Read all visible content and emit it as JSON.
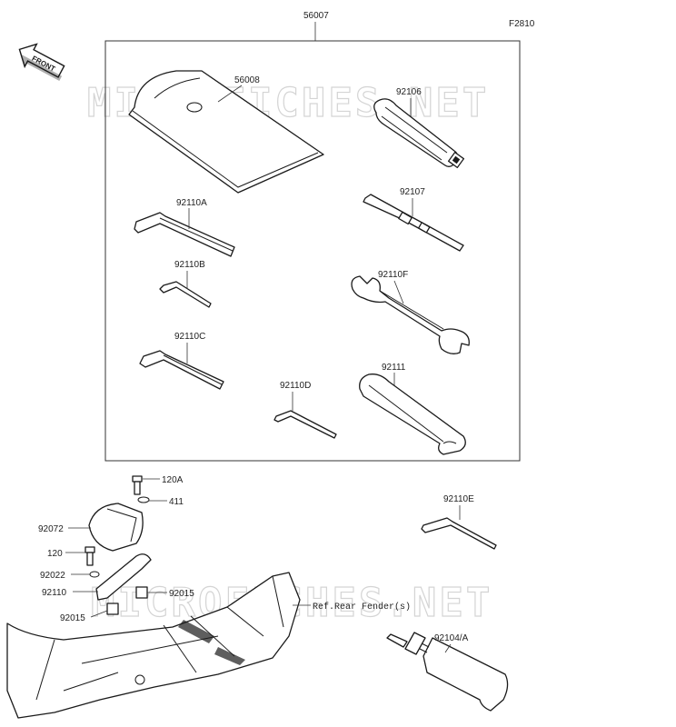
{
  "figure_code": "F2810",
  "front_badge": "FRONT",
  "watermark": "MICROFICHES.NET",
  "assembly_label": "56007",
  "parts": [
    {
      "id": "p56008",
      "label": "56008"
    },
    {
      "id": "p92106",
      "label": "92106"
    },
    {
      "id": "p92110A",
      "label": "92110A"
    },
    {
      "id": "p92107",
      "label": "92107"
    },
    {
      "id": "p92110B",
      "label": "92110B"
    },
    {
      "id": "p92110F",
      "label": "92110F"
    },
    {
      "id": "p92110C",
      "label": "92110C"
    },
    {
      "id": "p92111",
      "label": "92111"
    },
    {
      "id": "p92110D",
      "label": "92110D"
    },
    {
      "id": "p92110E",
      "label": "92110E"
    },
    {
      "id": "p92104A",
      "label": "92104/A"
    }
  ],
  "bracket_parts": [
    {
      "id": "b120A",
      "label": "120A"
    },
    {
      "id": "b411",
      "label": "411"
    },
    {
      "id": "b92072",
      "label": "92072"
    },
    {
      "id": "b120",
      "label": "120"
    },
    {
      "id": "b92022",
      "label": "92022"
    },
    {
      "id": "b92110",
      "label": "92110"
    },
    {
      "id": "b92015a",
      "label": "92015"
    },
    {
      "id": "b92015b",
      "label": "92015"
    }
  ],
  "reference_note": "Ref.Rear Fender(s)"
}
